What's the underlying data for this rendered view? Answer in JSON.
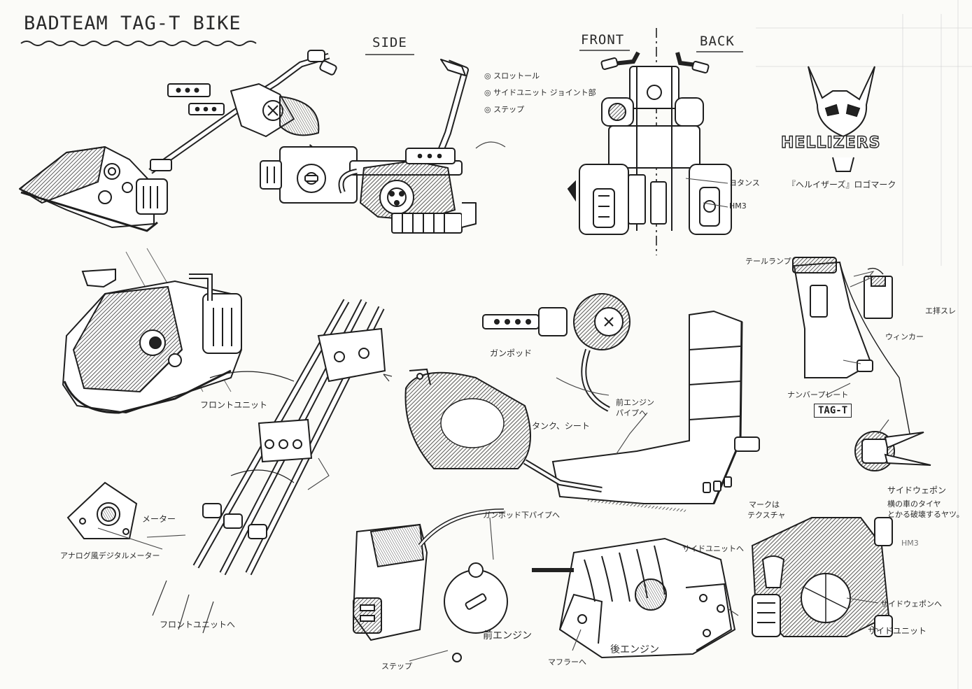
{
  "sheet": {
    "title": "BADTEAM  TAG-T BIKE",
    "views": {
      "side": "SIDE",
      "front": "FRONT",
      "back": "BACK"
    }
  },
  "side_notes": [
    "◎ スロットール",
    "◎ サイドユニット ジョイント部",
    "◎ ステップ"
  ],
  "front_back_notes": {
    "a": "ヨタンス",
    "b": "HM3"
  },
  "logo": {
    "text": "HELLIZERS",
    "caption": "『ヘルイザーズ』ロゴマーク"
  },
  "parts": {
    "front_unit": "フロントユニット",
    "meter": "メーター",
    "meter_note": "アナログ風デジタルメーター",
    "to_front_unit": "フロントユニットへ",
    "gun_pod": "ガンポッド",
    "gun_pod_pipe": "前エンジン パイプへ",
    "tank_seat": "タンク、シート",
    "tail_lamp": "テールランプ",
    "winker": "ウィンカー",
    "number_plate": "ナンバープレート",
    "plate_text": "TAG-T",
    "engrave": "エ拝スレ",
    "side_weapon": "サイドウェポン",
    "side_weapon_note1": "横の車のタイヤ",
    "side_weapon_note2": "とかる破壊するヤツ。",
    "under_pipe": "ガンポッド下パイプへ",
    "to_side_unit": "サイドユニットへ",
    "mark_note1": "マークは",
    "mark_note2": "テクスチャ",
    "to_side_weapon": "サイドウェポンへ",
    "side_unit": "サイドユニット",
    "front_engine": "前エンジン",
    "rear_engine": "後エンジン",
    "step": "ステップ",
    "to_muffler": "マフラーへ",
    "hm3": "HM3"
  }
}
